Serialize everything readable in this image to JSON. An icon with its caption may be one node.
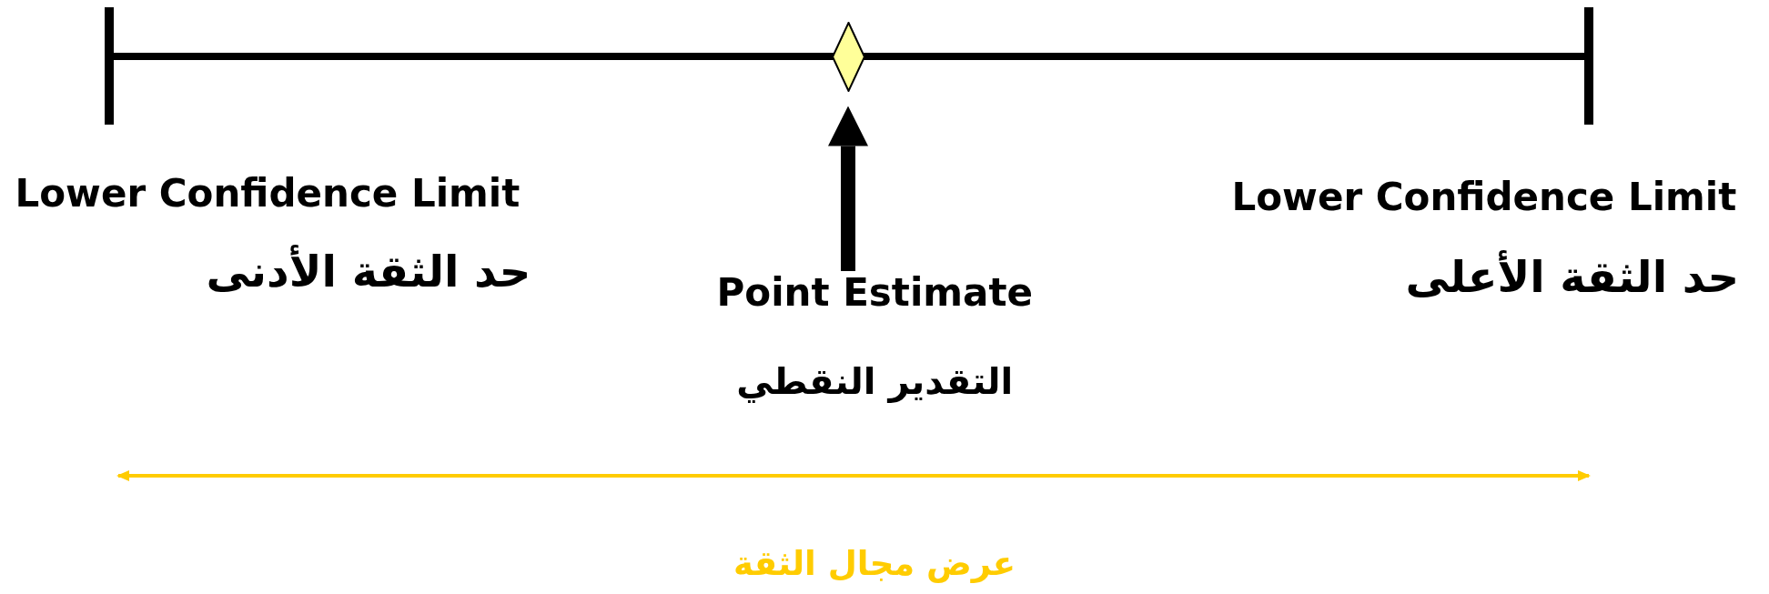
{
  "diagram": {
    "nodes": [
      {
        "text": [],
        "shape": "diamond"
      },
      {
        "text": [
          "Point Estimate",
          "التقدير النقطي"
        ]
      }
    ],
    "edges": [
      {
        "from": 1,
        "to": 0,
        "arrow": "to"
      }
    ],
    "labels": [
      "Lower Confidence Limit",
      "حد الثقة الأدنى",
      "Lower Confidence Limit",
      "حد الثقة الأعلى",
      "عرض مجال الثقة"
    ]
  }
}
